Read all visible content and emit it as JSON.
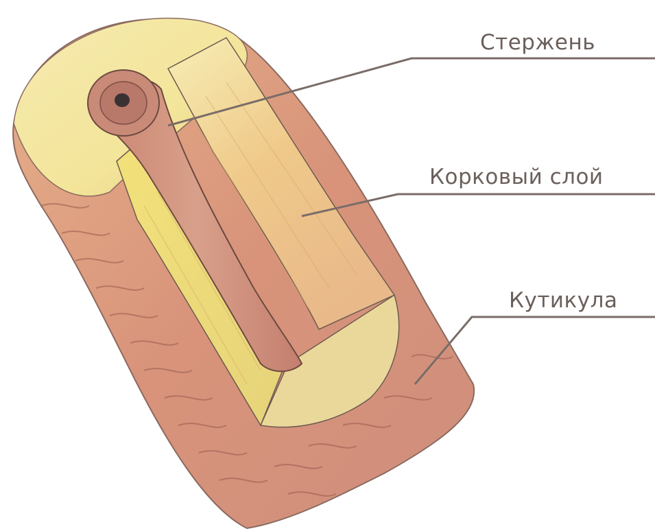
{
  "labels": {
    "medulla": "Стержень",
    "cortex": "Корковый слой",
    "cuticle": "Кутикула"
  },
  "colors": {
    "leader_line": "#7a6c68",
    "label_text": "#6b5f5b",
    "cuticle_fill": "#d99a7a",
    "cortex_fill": "#f0dc8c",
    "medulla_fill": "#c98a78"
  }
}
